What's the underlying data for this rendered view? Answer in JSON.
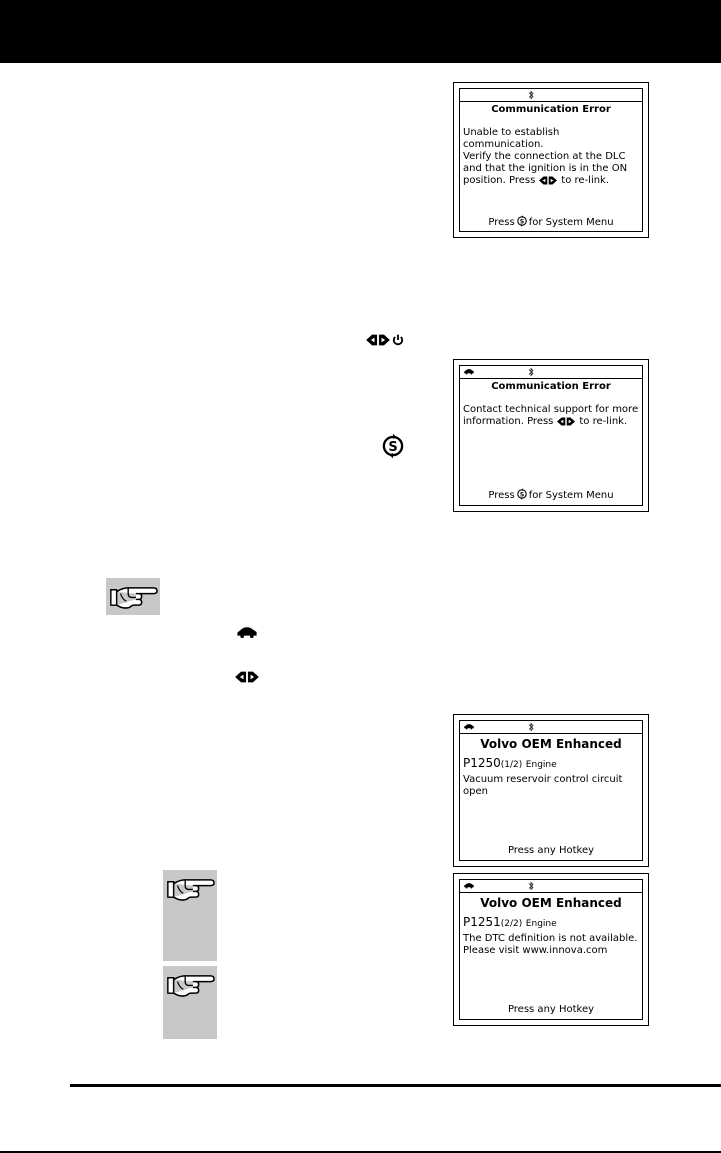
{
  "screens": {
    "comm_error_1": {
      "title": "Communication Error",
      "message_1": "Unable to establish communication.\nVerify the connection at the DLC\nand that the ignition is in the ON\nposition. Press",
      "message_2": "to re-link.",
      "footer_prefix": "Press",
      "footer_suffix": "for System Menu"
    },
    "comm_error_2": {
      "title": "Communication Error",
      "message_1": "Contact technical support for more\ninformation. Press",
      "message_2": "to re-link.",
      "footer_prefix": "Press",
      "footer_suffix": "for System Menu"
    },
    "oem_1": {
      "title": "Volvo OEM Enhanced",
      "code": "P1250",
      "index": "(1/2)",
      "module": "Engine",
      "definition": "Vacuum reservoir control circuit\nopen",
      "footer": "Press any Hotkey"
    },
    "oem_2": {
      "title": "Volvo OEM Enhanced",
      "code": "P1251",
      "index": "(2/2)",
      "module": "Engine",
      "definition": "The DTC definition is not available.\nPlease visit www.innova.com",
      "footer": "Press any Hotkey"
    }
  },
  "colors": {
    "header": "#000000",
    "note_icon_bg": "#c8c8c8"
  }
}
